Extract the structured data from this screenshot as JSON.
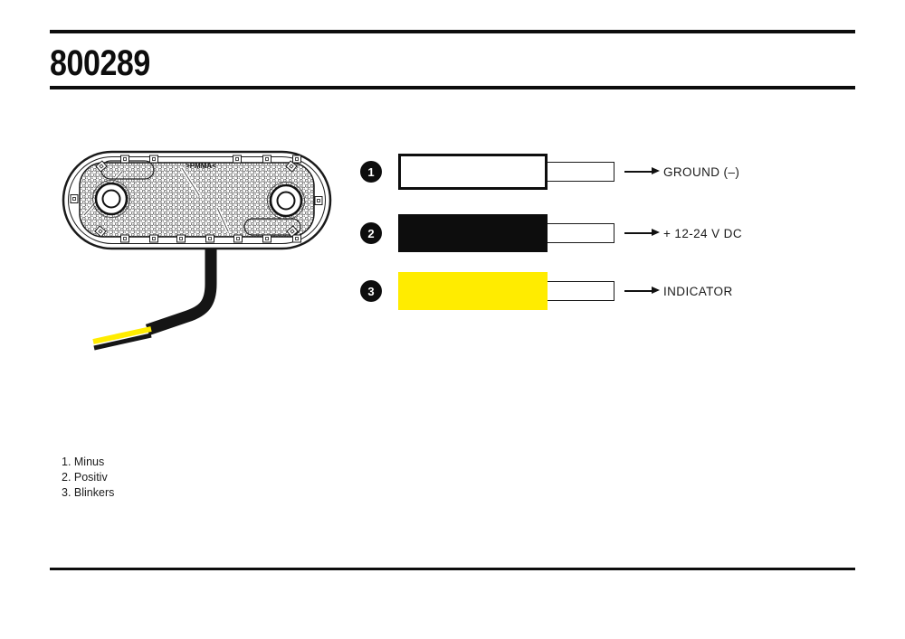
{
  "page": {
    "title": "800289"
  },
  "colors": {
    "rule": "#0d0d0d",
    "wire_white": "#ffffff",
    "wire_black": "#0d0d0d",
    "wire_yellow": "#ffec00"
  },
  "diagram": {
    "lamp": {
      "brand_text": ">PMMA<"
    },
    "wires": [
      {
        "number": "1",
        "color": "white",
        "label": "GROUND (–)"
      },
      {
        "number": "2",
        "color": "black",
        "label": "+ 12-24 V DC"
      },
      {
        "number": "3",
        "color": "yellow",
        "label": "INDICATOR"
      }
    ]
  },
  "legend": {
    "items": [
      "1. Minus",
      "2. Positiv",
      "3. Blinkers"
    ]
  }
}
